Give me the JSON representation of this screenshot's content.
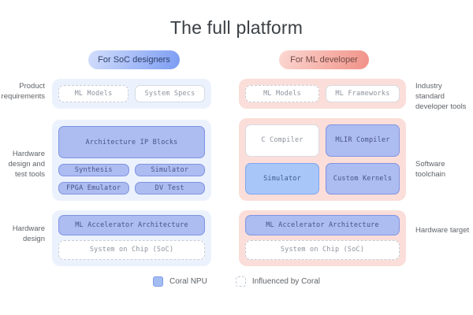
{
  "title": "The full platform",
  "colors": {
    "coral_npu_fill": "#adbcf1",
    "coral_npu_border": "#8094e2",
    "light_blue_fill": "#a8c6f8",
    "panel_blue": "#ecf2fd",
    "panel_pink": "#fbded9",
    "pill_blue_start": "#d3defc",
    "pill_blue_end": "#7f9ff3",
    "pill_pink_start": "#fcd8d2",
    "pill_pink_end": "#f1948a",
    "label_gray": "#5f6368"
  },
  "left_column": {
    "pill": "For SoC designers",
    "rows": [
      {
        "side_label": "Product requirements",
        "boxes": [
          {
            "label": "ML Models",
            "category": "influenced-by-coral"
          },
          {
            "label": "System Specs",
            "category": "standard"
          }
        ]
      },
      {
        "side_label": "Hardware design and test tools",
        "boxes": [
          {
            "label": "Architecture IP Blocks",
            "category": "coral-npu"
          },
          {
            "label": "Synthesis",
            "category": "coral-npu"
          },
          {
            "label": "Simulator",
            "category": "coral-npu"
          },
          {
            "label": "FPGA Emulator",
            "category": "coral-npu"
          },
          {
            "label": "DV Test",
            "category": "coral-npu"
          }
        ]
      },
      {
        "side_label": "Hardware design",
        "boxes": [
          {
            "label": "ML Accelerator Architecture",
            "category": "coral-npu"
          },
          {
            "label": "System on Chip (SoC)",
            "category": "influenced-by-coral"
          }
        ]
      }
    ]
  },
  "right_column": {
    "pill": "For ML developer",
    "rows": [
      {
        "side_label": "Industry standard developer tools",
        "boxes": [
          {
            "label": "ML Models",
            "category": "influenced-by-coral"
          },
          {
            "label": "ML Frameworks",
            "category": "standard"
          }
        ]
      },
      {
        "side_label": "Software toolchain",
        "boxes": [
          {
            "label": "C Compiler",
            "category": "standard"
          },
          {
            "label": "MLIR Compiler",
            "category": "coral-npu"
          },
          {
            "label": "Simulator",
            "category": "coral-npu-light"
          },
          {
            "label": "Custom Kernels",
            "category": "coral-npu"
          }
        ]
      },
      {
        "side_label": "Hardware target",
        "boxes": [
          {
            "label": "ML Accelerator Architecture",
            "category": "coral-npu"
          },
          {
            "label": "System on Chip (SoC)",
            "category": "influenced-by-coral"
          }
        ]
      }
    ]
  },
  "legend": {
    "items": [
      {
        "label": "Coral NPU",
        "type": "coral-npu"
      },
      {
        "label": "Influenced by Coral",
        "type": "influenced-by-coral"
      }
    ]
  }
}
